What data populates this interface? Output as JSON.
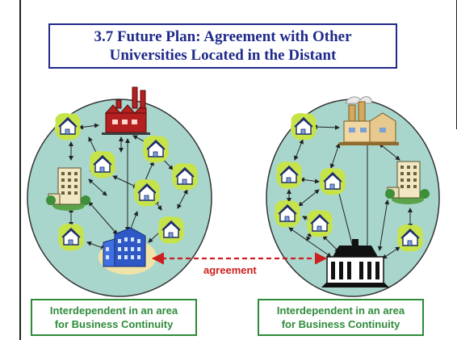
{
  "title": {
    "line1": "3.7  Future Plan:  Agreement with Other",
    "line2": "Universities Located in the Distant"
  },
  "agreement_label": "agreement",
  "captions": {
    "left": {
      "line1": "Interdependent in an area",
      "line2": "for Business Continuity"
    },
    "right": {
      "line1": "Interdependent in an area",
      "line2": "for Business Continuity"
    }
  },
  "colors": {
    "circle_fill": "#a9d6cc",
    "title_blue": "#1f2a8a",
    "caption_green": "#2e8b3a",
    "agreement_red": "#cc1f1f",
    "house_glow": "#c6e34a"
  },
  "icons": [
    "house-icon",
    "factory-icon",
    "office-building-icon",
    "university-icon",
    "city-hall-icon",
    "industrial-plant-icon"
  ]
}
